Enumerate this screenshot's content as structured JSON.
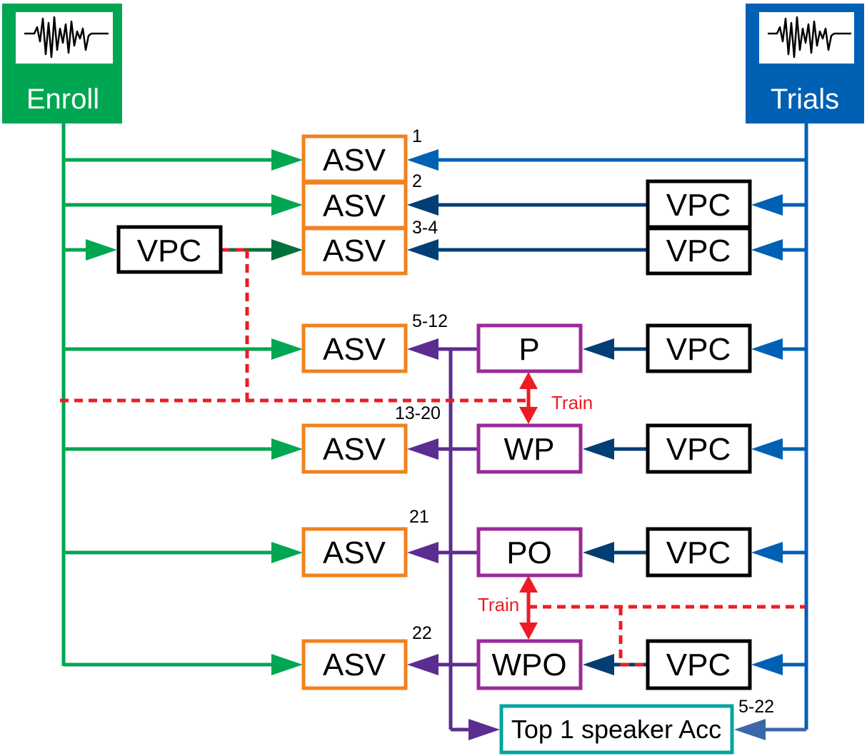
{
  "colors": {
    "enroll": "#00A651",
    "enroll_dark": "#00703C",
    "trials": "#0060B4",
    "trials_dark": "#003E74",
    "asv": "#F08220",
    "proc": "#9B2A98",
    "purple_line": "#5B2D90",
    "train": "#ED1C24",
    "vpc": "#000000",
    "acc": "#00A5A0"
  },
  "sources": {
    "enroll_label": "Enroll",
    "trials_label": "Trials"
  },
  "asv_blocks": [
    {
      "label": "ASV",
      "tag": "1"
    },
    {
      "label": "ASV",
      "tag": "2"
    },
    {
      "label": "ASV",
      "tag": "3-4"
    },
    {
      "label": "ASV",
      "tag": "5-12"
    },
    {
      "label": "ASV",
      "tag": "13-20"
    },
    {
      "label": "ASV",
      "tag": "21"
    },
    {
      "label": "ASV",
      "tag": "22"
    }
  ],
  "vpc_label": "VPC",
  "processors": [
    {
      "label": "P"
    },
    {
      "label": "WP"
    },
    {
      "label": "PO"
    },
    {
      "label": "WPO"
    }
  ],
  "train_label": "Train",
  "accuracy": {
    "label": "Top 1 speaker Acc",
    "tag": "5-22"
  }
}
